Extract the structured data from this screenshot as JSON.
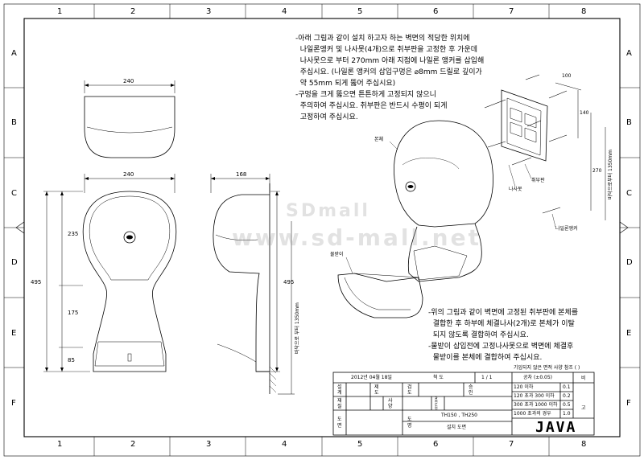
{
  "border": {
    "cols": [
      "1",
      "2",
      "3",
      "4",
      "5",
      "6",
      "7",
      "8"
    ],
    "rows": [
      "A",
      "B",
      "C",
      "D",
      "E",
      "F"
    ]
  },
  "notes": {
    "install": "-아래 그림과 같이 설치 하고자 하는 벽면의 적당한 위치에\n  나일론앵커 및 나사못(4개)으로 취부판을 고정한 후 가운데\n  나사못으로 부터 270mm 아래 지점에 나일론 앵커를 삽입해\n  주십시요. (나일론 앵커의 삽입구멍은 ⌀8mm 드릴로 깊이가\n  약 55mm 되게 뚫어 주십시요)\n-구멍을 크게 뚫으면 튼튼하게 고정되지 않으니\n  주의하여 주십시요. 취부판은 반드시 수평이 되게\n  고정하여 주십시요.",
    "assembly": "-위의 그림과 같이 벽면에 고정된 취부판에 본체를\n  결합한 후 하부에 체결나사(2개)로 본체가 이탈\n  되지 않도록 결합하여 주십시요.\n-물받이 삽입전에 고정나사못으로 벽면에 체결후\n  물받이를 본체에 결합하여 주십시요."
  },
  "dims": {
    "top_width": "240",
    "front_width": "240",
    "side_width": "168",
    "h235": "235",
    "h175": "175",
    "h85": "85",
    "h495_left": "495",
    "h495_right": "495",
    "floor_height": "바닥으로 부터 1350mm",
    "d100": "100",
    "d140": "140",
    "d270": "270",
    "iso_floor": "바닥으로부터 1350mm"
  },
  "labels": {
    "body": "본체",
    "drip_tray": "물받이",
    "mount_plate": "취부판",
    "screw": "나사못",
    "anchor": "나일론앵커"
  },
  "watermark": {
    "line1": "SDmall",
    "line2": "www.sd-mall.net"
  },
  "title_block": {
    "note": "기입되지 않은 면적 사양 참조 (          )",
    "date": "2012년  04월  18일",
    "scale_label": "척   도",
    "scale": "1 / 1",
    "tolerance_header": "공차 (±0.05)",
    "tolerances": [
      {
        "range": "120 이하",
        "value": "0.1"
      },
      {
        "range": "120 초과 300 이하",
        "value": "0.2"
      },
      {
        "range": "300 초과 1000 이하",
        "value": "0.5"
      },
      {
        "range": "1000 초과의 경우",
        "value": "1.0"
      }
    ],
    "side_bi": "비",
    "side_go": "고",
    "design": "설\n계",
    "drafting": "제\n도",
    "check": "검\n도",
    "approve": "승\n인",
    "material_l": "재\n질",
    "spec": "사\n양",
    "related": "관\n련\n도\n면",
    "drawing_no": "도\n면",
    "name_l": "도\n명",
    "model": "TH150 , TH250",
    "drawing_name": "설치 도면",
    "brand": "JAVA"
  }
}
